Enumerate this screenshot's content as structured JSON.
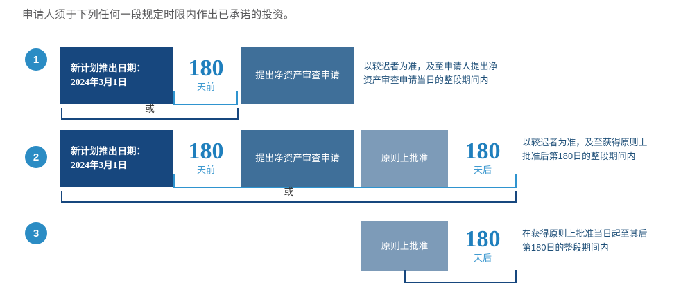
{
  "intro": {
    "text": "申请人须于下列任何一段规定时限内作出已承诺的投资。"
  },
  "labels": {
    "or": "或",
    "days_value": "180",
    "days_before": "天前",
    "days_after": "天后"
  },
  "colors": {
    "navy": "#17477e",
    "mid_blue": "#3f6f99",
    "light_blue": "#7d9bb8",
    "accent_blue": "#2b8cc4",
    "number_blue": "#1f7fbd",
    "note_text": "#1e4f78",
    "intro_text": "#58585a"
  },
  "rows": [
    {
      "number": "1",
      "date_box": {
        "line1": "新计划推出日期：",
        "line2": "2024年3月1日"
      },
      "days": {
        "value": "180",
        "unit": "天前"
      },
      "event_box": "提出净资产审查申请",
      "bracket_label": "或",
      "note_line1": "以较迟者为准，及至申请人提出净",
      "note_line2": "资产审查申请当日的整段期间内"
    },
    {
      "number": "2",
      "date_box": {
        "line1": "新计划推出日期：",
        "line2": "2024年3月1日"
      },
      "days": {
        "value": "180",
        "unit": "天前"
      },
      "event_box": "提出净资产审查申请",
      "approval_box": "原则上批准",
      "days_after": {
        "value": "180",
        "unit": "天后"
      },
      "bracket_label": "或",
      "note_line1": "以较迟者为准，及至获得原则上",
      "note_line2": "批准后第180日的整段期间内"
    },
    {
      "number": "3",
      "approval_box": "原则上批准",
      "days_after": {
        "value": "180",
        "unit": "天后"
      },
      "note_line1": "在获得原则上批准当日起至其后",
      "note_line2": "第180日的整段期间内"
    }
  ]
}
